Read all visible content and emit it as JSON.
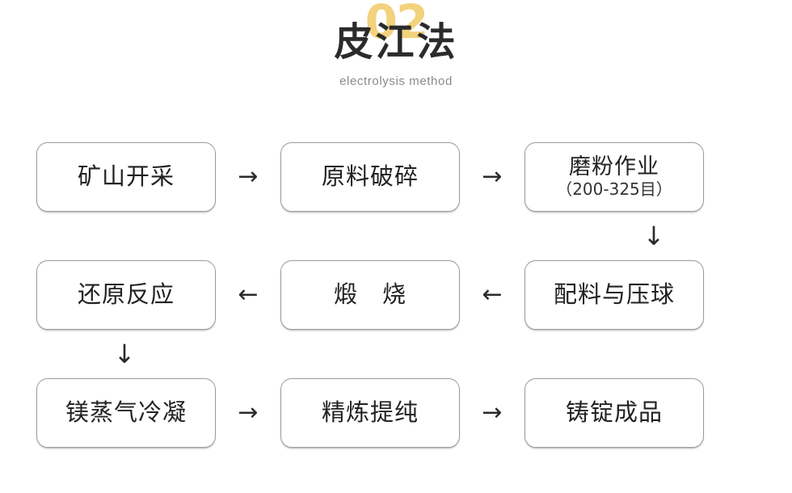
{
  "header": {
    "number": "02",
    "title": "皮江法",
    "subtitle": "electrolysis method",
    "number_color": "#f2d27c",
    "title_color": "#2b2b2b",
    "subtitle_color": "#8a8a8a"
  },
  "flow": {
    "arrow_right": "→",
    "arrow_left": "←",
    "arrow_down": "↓",
    "rows": [
      {
        "direction": "right",
        "nodes": [
          {
            "label": "矿山开采",
            "sublabel": ""
          },
          {
            "label": "原料破碎",
            "sublabel": ""
          },
          {
            "label": "磨粉作业",
            "sublabel": "（200-325目）"
          }
        ]
      },
      {
        "direction": "left",
        "nodes": [
          {
            "label": "还原反应",
            "sublabel": ""
          },
          {
            "label": "煅　烧",
            "sublabel": ""
          },
          {
            "label": "配料与压球",
            "sublabel": ""
          }
        ]
      },
      {
        "direction": "right",
        "nodes": [
          {
            "label": "镁蒸气冷凝",
            "sublabel": ""
          },
          {
            "label": "精炼提纯",
            "sublabel": ""
          },
          {
            "label": "铸锭成品",
            "sublabel": ""
          }
        ]
      }
    ]
  }
}
